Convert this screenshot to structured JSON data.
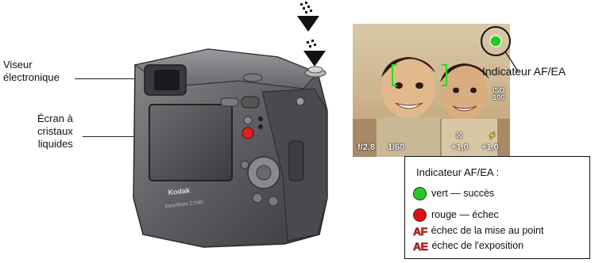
{
  "labels": {
    "viewfinder": "Viseur\nélectronique",
    "viewfinder_line1": "Viseur",
    "viewfinder_line2": "électronique",
    "lcd_line1": "Écran à",
    "lcd_line2": "cristaux",
    "lcd_line3": "liquides",
    "indicator": "Indicateur AF/EA"
  },
  "camera": {
    "brand": "Kodak",
    "model": "EasyShare Z7590"
  },
  "preview": {
    "aperture": "f/2,8",
    "shutter": "1/60",
    "exposure_comp": "+1,0",
    "flash_comp": "+1,0",
    "iso_label": "ISO",
    "iso_value": "100",
    "indicator_color": "#22cc22"
  },
  "legend": {
    "title": "Indicateur AF/EA :",
    "items": [
      {
        "icon": "green-dot-icon",
        "color": "#22cc22",
        "text": "vert — succès"
      },
      {
        "icon": "red-dot-icon",
        "color": "#e01010",
        "text": "rouge — échec"
      },
      {
        "icon": "af-icon",
        "badge": "AF",
        "text": "échec de la mise au point"
      },
      {
        "icon": "ae-icon",
        "badge": "AE",
        "text": "échec de l'exposition"
      }
    ]
  }
}
